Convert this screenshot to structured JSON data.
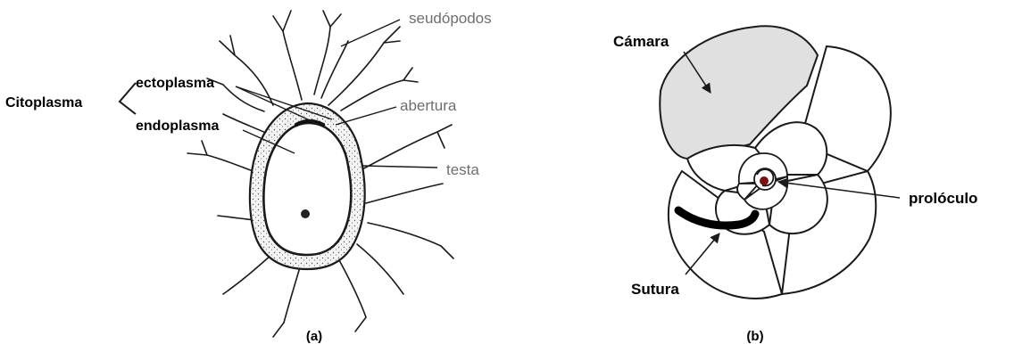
{
  "figure_a": {
    "caption": "(a)",
    "labels": {
      "citoplasma": "Citoplasma",
      "ectoplasma": "ectoplasma",
      "endoplasma": "endoplasma",
      "seudopodos": "seudópodos",
      "abertura": "abertura",
      "testa": "testa"
    }
  },
  "figure_b": {
    "caption": "(b)",
    "labels": {
      "camara": "Cámara",
      "proloculo": "prolóculo",
      "sutura": "Sutura"
    }
  },
  "colors": {
    "ink": "#1a1a1a",
    "gray_label": "#6f6f6f",
    "chamber_fill": "#e0e0e0"
  }
}
